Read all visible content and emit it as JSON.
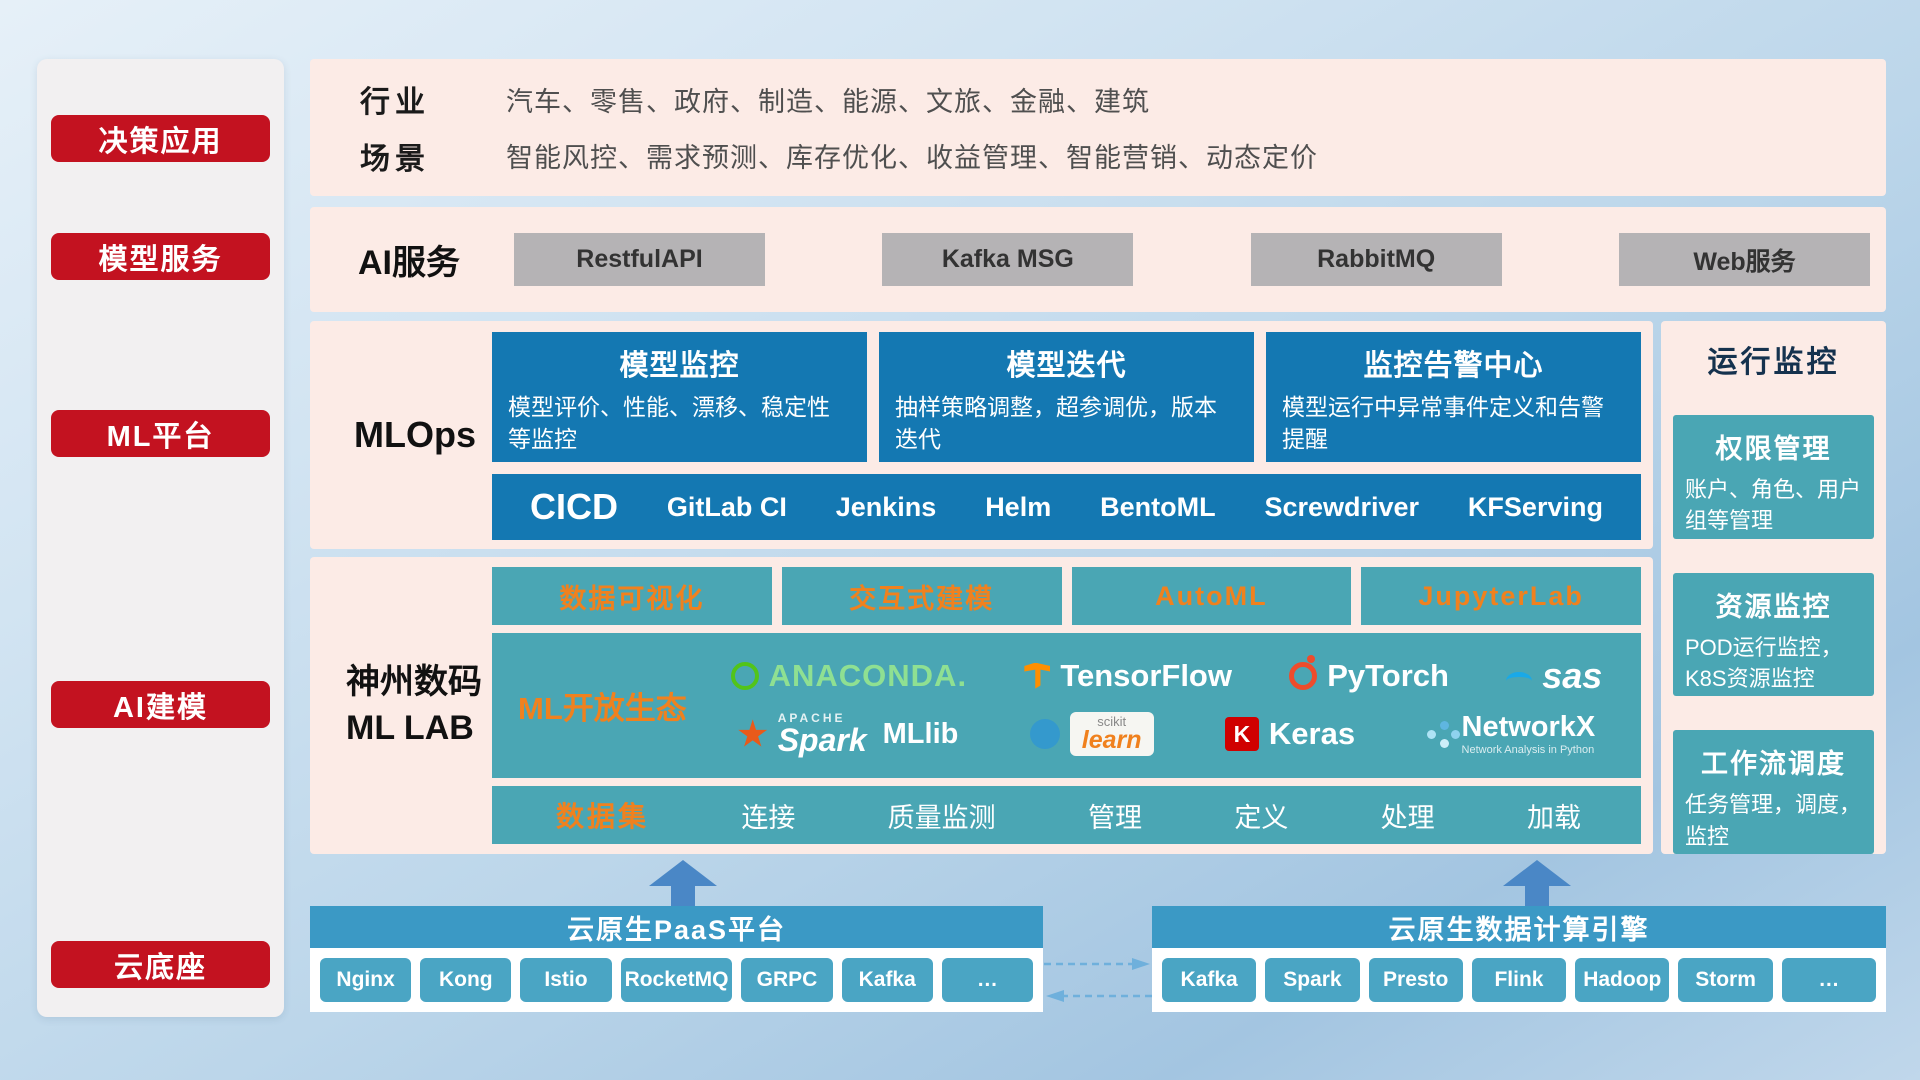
{
  "colors": {
    "red": "#c31220",
    "deep_blue": "#1478b2",
    "teal": "#4aa6b4",
    "orange": "#f0811e",
    "bar_blue": "#3b99c5",
    "chip_teal": "#4aa5c4",
    "panel_pink": "#fcebe6"
  },
  "sidebar": {
    "items": [
      {
        "label": "决策应用"
      },
      {
        "label": "模型服务"
      },
      {
        "label": "ML平台"
      },
      {
        "label": "AI建模"
      },
      {
        "label": "云底座"
      }
    ]
  },
  "apps": {
    "rows": [
      {
        "label": "行业",
        "value": "汽车、零售、政府、制造、能源、文旅、金融、建筑"
      },
      {
        "label": "场景",
        "value": "智能风控、需求预测、库存优化、收益管理、智能营销、动态定价"
      }
    ]
  },
  "services": {
    "label": "AI服务",
    "buttons": [
      "RestfulAPI",
      "Kafka MSG",
      "RabbitMQ",
      "Web服务"
    ]
  },
  "mlops": {
    "label": "MLOps",
    "cards": [
      {
        "title": "模型监控",
        "desc": "模型评价、性能、漂移、稳定性等监控"
      },
      {
        "title": "模型迭代",
        "desc": "抽样策略调整，超参调优，版本迭代"
      },
      {
        "title": "监控告警中心",
        "desc": "模型运行中异常事件定义和告警提醒"
      }
    ],
    "cicd": {
      "label": "CICD",
      "items": [
        "GitLab CI",
        "Jenkins",
        "Helm",
        "BentoML",
        "Screwdriver",
        "KFServing"
      ]
    }
  },
  "mllab": {
    "label_line1": "神州数码",
    "label_line2": "ML LAB",
    "tools": [
      "数据可视化",
      "交互式建模",
      "AutoML",
      "JupyterLab"
    ],
    "ecosystem": {
      "label": "ML开放生态",
      "logos": {
        "anaconda": "ANACONDA.",
        "tensorflow": "TensorFlow",
        "pytorch": "PyTorch",
        "sas": "sas",
        "spark_top": "APACHE",
        "spark": "Spark",
        "mllib": "MLlib",
        "scikit_top": "scikit",
        "scikit": "learn",
        "keras_k": "K",
        "keras": "Keras",
        "networkx": "NetworkX",
        "networkx_sub": "Network Analysis in Python"
      }
    },
    "dataset": {
      "label": "数据集",
      "items": [
        "连接",
        "质量监测",
        "管理",
        "定义",
        "处理",
        "加载"
      ]
    }
  },
  "monitoring": {
    "title": "运行监控",
    "cards": [
      {
        "title": "权限管理",
        "desc": "账户、角色、用户组等管理"
      },
      {
        "title": "资源监控",
        "desc": "POD运行监控，K8S资源监控"
      },
      {
        "title": "工作流调度",
        "desc": "任务管理，调度，监控"
      }
    ]
  },
  "paas": {
    "title": "云原生PaaS平台",
    "chips": [
      "Nginx",
      "Kong",
      "Istio",
      "RocketMQ",
      "GRPC",
      "Kafka",
      "…"
    ]
  },
  "engine": {
    "title": "云原生数据计算引擎",
    "chips": [
      "Kafka",
      "Spark",
      "Presto",
      "Flink",
      "Hadoop",
      "Storm",
      "…"
    ]
  }
}
